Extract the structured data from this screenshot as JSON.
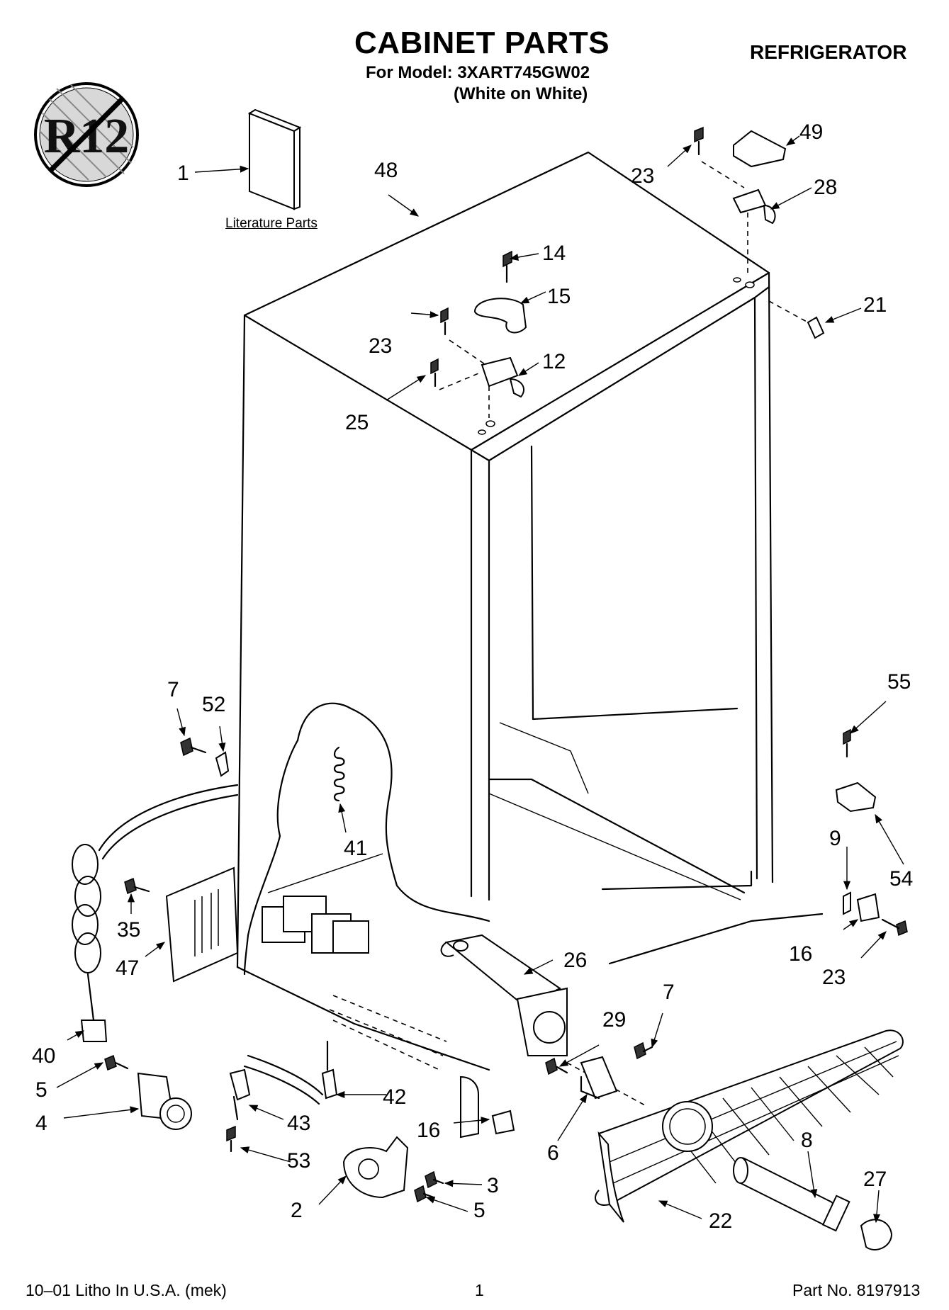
{
  "header": {
    "title": "CABINET PARTS",
    "model_line": "For Model: 3XART745GW02",
    "model_color": "(White on White)",
    "appliance": "REFRIGERATOR"
  },
  "badge": {
    "text": "R12",
    "icon": "no-r12-icon"
  },
  "literature_label": "Literature Parts",
  "callouts": [
    {
      "id": "c1",
      "label": "1"
    },
    {
      "id": "c48",
      "label": "48"
    },
    {
      "id": "c23a",
      "label": "23"
    },
    {
      "id": "c49",
      "label": "49"
    },
    {
      "id": "c28",
      "label": "28"
    },
    {
      "id": "c14",
      "label": "14"
    },
    {
      "id": "c15",
      "label": "15"
    },
    {
      "id": "c23b",
      "label": "23"
    },
    {
      "id": "c21",
      "label": "21"
    },
    {
      "id": "c12",
      "label": "12"
    },
    {
      "id": "c25",
      "label": "25"
    },
    {
      "id": "c7a",
      "label": "7"
    },
    {
      "id": "c52",
      "label": "52"
    },
    {
      "id": "c55",
      "label": "55"
    },
    {
      "id": "c41",
      "label": "41"
    },
    {
      "id": "c9",
      "label": "9"
    },
    {
      "id": "c54",
      "label": "54"
    },
    {
      "id": "c35",
      "label": "35"
    },
    {
      "id": "c47",
      "label": "47"
    },
    {
      "id": "c26",
      "label": "26"
    },
    {
      "id": "c16a",
      "label": "16"
    },
    {
      "id": "c23c",
      "label": "23"
    },
    {
      "id": "c7b",
      "label": "7"
    },
    {
      "id": "c29",
      "label": "29"
    },
    {
      "id": "c40",
      "label": "40"
    },
    {
      "id": "c5a",
      "label": "5"
    },
    {
      "id": "c42",
      "label": "42"
    },
    {
      "id": "c4",
      "label": "4"
    },
    {
      "id": "c43",
      "label": "43"
    },
    {
      "id": "c16b",
      "label": "16"
    },
    {
      "id": "c6",
      "label": "6"
    },
    {
      "id": "c8",
      "label": "8"
    },
    {
      "id": "c53",
      "label": "53"
    },
    {
      "id": "c27",
      "label": "27"
    },
    {
      "id": "c3",
      "label": "3"
    },
    {
      "id": "c2",
      "label": "2"
    },
    {
      "id": "c5b",
      "label": "5"
    },
    {
      "id": "c22",
      "label": "22"
    }
  ],
  "footer": {
    "left": "10–01 Litho In U.S.A. (mek)",
    "page": "1",
    "part_no": "Part No. 8197913"
  }
}
